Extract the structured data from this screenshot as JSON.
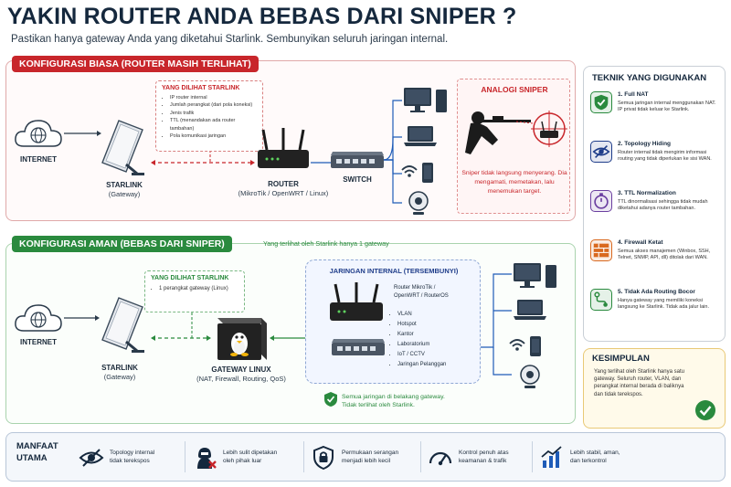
{
  "header": {
    "title": "YAKIN ROUTER ANDA BEBAS DARI SNIPER ?",
    "subtitle": "Pastikan hanya gateway Anda yang diketahui Starlink. Sembunyikan seluruh jaringan internal."
  },
  "top": {
    "badge": "KONFIGURASI BIASA (ROUTER MASIH TERLIHAT)",
    "internet": "INTERNET",
    "starlink": "STARLINK",
    "starlink_sub": "(Gateway)",
    "router": "ROUTER",
    "router_sub": "(MikroTik / OpenWRT / Linux)",
    "switch": "SWITCH",
    "seen": {
      "title": "YANG DILIHAT STARLINK",
      "items": [
        "IP router internal",
        "Jumlah perangkat (dari pola koneksi)",
        "Jenis trafik",
        "TTL (menandakan ada router tambahan)",
        "Pola komunikasi jaringan"
      ]
    },
    "sniper": {
      "title": "ANALOGI SNIPER",
      "text": "Sniper tidak langsung menyerang. Dia mengamati, memetakan, lalu menemukan target."
    }
  },
  "bottom": {
    "badge": "KONFIGURASI AMAN (BEBAS DARI SNIPER)",
    "note": "Yang terlihat oleh Starlink hanya 1 gateway",
    "internet": "INTERNET",
    "starlink": "STARLINK",
    "starlink_sub": "(Gateway)",
    "gateway": "GATEWAY LINUX",
    "gateway_sub": "(NAT, Firewall, Routing, QoS)",
    "seen": {
      "title": "YANG DILIHAT STARLINK",
      "items": [
        "1 perangkat gateway (Linux)"
      ]
    },
    "internal": {
      "title": "JARINGAN INTERNAL (TERSEMBUNYI)",
      "router_lines": [
        "Router MikroTik /",
        "OpenWRT / RouterOS"
      ],
      "items": [
        "VLAN",
        "Hotspot",
        "Kantor",
        "Laboratorium",
        "IoT / CCTV",
        "Jaringan Pelanggan"
      ]
    },
    "all_behind": [
      "Semua jaringan di belakang gateway.",
      "Tidak terlihat oleh Starlink."
    ]
  },
  "techniques": {
    "title": "TEKNIK YANG DIGUNAKAN",
    "items": [
      {
        "title": "1. Full NAT",
        "desc": "Semua jaringan internal menggunakan NAT. IP privat tidak keluar ke Starlink.",
        "color": "#2a8a3e",
        "icon": "shield-check-icon"
      },
      {
        "title": "2. Topology Hiding",
        "desc": "Router internal tidak mengirim informasi routing yang tidak diperlukan ke sisi WAN.",
        "color": "#1f3d8a",
        "icon": "eye-slash-icon"
      },
      {
        "title": "3. TTL Normalization",
        "desc": "TTL dinormalisasi sehingga tidak mudah diketahui adanya router tambahan.",
        "color": "#6b3fa0",
        "icon": "stopwatch-icon"
      },
      {
        "title": "4. Firewall Ketat",
        "desc": "Semua akses manajemen (Winbox, SSH, Telnet, SNMP, API, dll) ditolak dari WAN.",
        "color": "#d9691f",
        "icon": "firewall-icon"
      },
      {
        "title": "5. Tidak Ada Routing Bocor",
        "desc": "Hanya gateway yang memiliki koneksi langsung ke Starlink. Tidak ada jalur lain.",
        "color": "#2a8a3e",
        "icon": "route-icon"
      }
    ]
  },
  "conclusion": {
    "title": "KESIMPULAN",
    "text": "Yang terlihat oleh Starlink hanya satu gateway. Seluruh router, VLAN, dan perangkat internal berada di baliknya dan tidak terekspos."
  },
  "benefits": {
    "title_lines": [
      "MANFAAT",
      "UTAMA"
    ],
    "items": [
      {
        "lines": [
          "Topology internal",
          "tidak terekspos"
        ],
        "icon": "eye-slash-icon"
      },
      {
        "lines": [
          "Lebih sulit dipetakan",
          "oleh pihak luar"
        ],
        "icon": "hacker-icon"
      },
      {
        "lines": [
          "Permukaan serangan",
          "menjadi lebih kecil"
        ],
        "icon": "lock-shield-icon"
      },
      {
        "lines": [
          "Kontrol penuh atas",
          "keamanan & trafik"
        ],
        "icon": "gauge-icon"
      },
      {
        "lines": [
          "Lebih stabil, aman,",
          "dan terkontrol"
        ],
        "icon": "chart-up-icon"
      }
    ]
  }
}
